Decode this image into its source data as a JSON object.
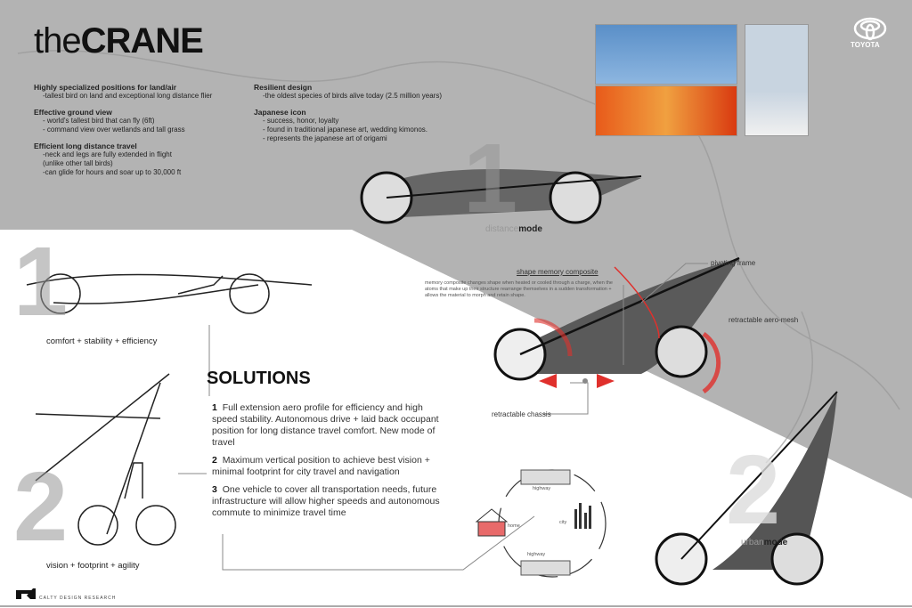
{
  "title": {
    "thin": "the",
    "bold": "CRANE"
  },
  "brand": {
    "name": "TOYOTA"
  },
  "facts_left": [
    {
      "heading": "Highly specialized positions for land/air",
      "lines": [
        "-tallest bird on land and exceptional long distance flier"
      ]
    },
    {
      "heading": "Effective ground view",
      "lines": [
        "- world's tallest bird that can fly (6ft)",
        "- command view over wetlands and tall grass"
      ]
    },
    {
      "heading": "Efficient long distance travel",
      "lines": [
        "-neck and legs are fully extended in flight",
        "(unlike other tall birds)",
        "-can glide for hours and soar up to 30,000 ft"
      ]
    }
  ],
  "facts_right": [
    {
      "heading": "Resilient design",
      "lines": [
        "-the oldest species of birds alive today (2.5 million years)"
      ]
    },
    {
      "heading": "Japanese icon",
      "lines": [
        "- success, honor, loyalty",
        "- found in traditional japanese art, wedding kimonos.",
        "- represents the japanese art of origami"
      ]
    }
  ],
  "modes": {
    "distance": {
      "number": "1",
      "prefix": "distance",
      "suffix": "mode"
    },
    "urban": {
      "number": "2",
      "prefix": "urban",
      "suffix": "mode"
    }
  },
  "sketches": {
    "one": {
      "number": "1",
      "caption": "comfort + stability + efficiency"
    },
    "two": {
      "number": "2",
      "caption": "vision + footprint + agility"
    }
  },
  "solutions": {
    "title": "SOLUTIONS",
    "items": [
      {
        "num": "1",
        "text": "Full extension aero profile for efficiency and high speed stability.  Autonomous drive + laid back occupant position for long distance travel comfort. New mode of travel"
      },
      {
        "num": "2",
        "text": "Maximum vertical position to achieve best vision + minimal footprint for city travel and navigation"
      },
      {
        "num": "3",
        "text": "One vehicle to cover all transportation needs, future infrastructure will allow higher speeds and autonomous commute to minimize travel time"
      }
    ]
  },
  "annotations": {
    "shape_memory": "shape memory composite",
    "shape_memory_desc": "memory composite changes shape when heated or cooled through a charge, when the atoms that make up their structure rearrange themselves in a sudden transformation + allows the material to morph and retain shape.",
    "pivoting_frame": "pivoting frame",
    "aero_mesh": "retractable aero-mesh",
    "chassis": "retractable chassis"
  },
  "cycle": {
    "highway_top": "highway",
    "highway_bottom": "highway",
    "home": "home",
    "city": "city"
  },
  "footer": {
    "org": "CALTY DESIGN RESEARCH"
  },
  "colors": {
    "background_gray": "#b3b3b3",
    "accent_red": "#e0302c",
    "sail_gray": "#6a6a6a"
  }
}
